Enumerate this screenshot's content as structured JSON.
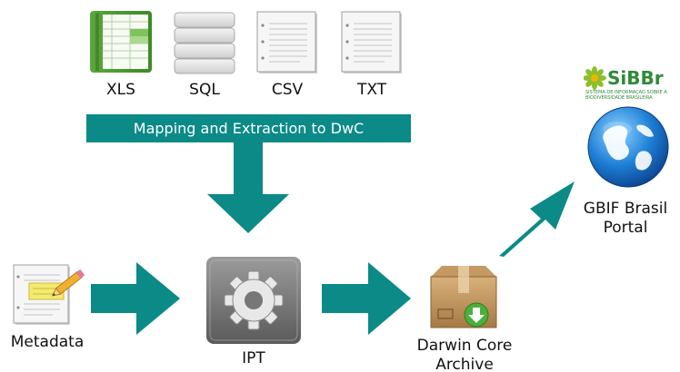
{
  "colors": {
    "arrow": "#0b8a87",
    "banner": "#0b8a87",
    "banner_text": "#ffffff",
    "label_text": "#111111"
  },
  "sources": [
    {
      "label": "XLS",
      "icon": "spreadsheet-icon"
    },
    {
      "label": "SQL",
      "icon": "database-icon"
    },
    {
      "label": "CSV",
      "icon": "csv-file-icon"
    },
    {
      "label": "TXT",
      "icon": "text-file-icon"
    }
  ],
  "banner": {
    "text": "Mapping and Extraction to DwC"
  },
  "metadata": {
    "label": "Metadata",
    "icon": "metadata-document-icon"
  },
  "ipt": {
    "label": "IPT",
    "icon": "gear-icon"
  },
  "archive": {
    "line1": "Darwin Core",
    "line2": "Archive",
    "icon": "package-download-icon"
  },
  "portal": {
    "line1": "GBIF Brasil",
    "line2": "Portal",
    "icon": "globe-icon",
    "logo_name": "SiBBr",
    "logo_sub1": "SISTEMA DE INFORMAÇÃO SOBRE A",
    "logo_sub2": "BIODIVERSIDADE BRASILEIRA"
  }
}
